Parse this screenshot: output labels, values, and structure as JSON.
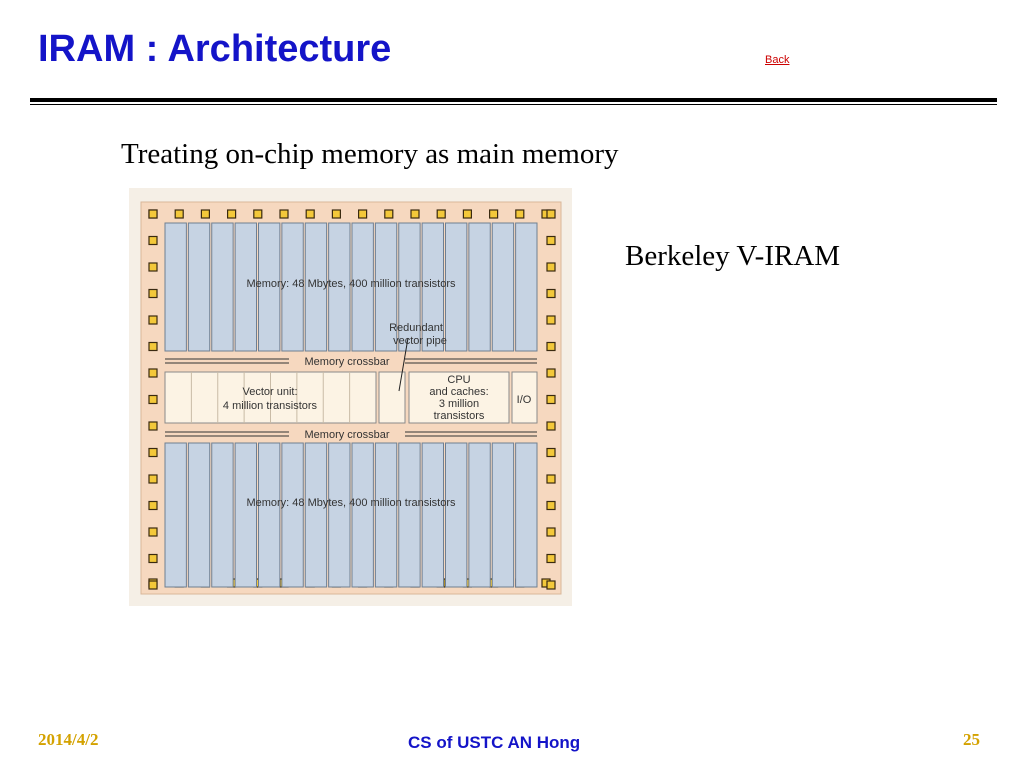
{
  "slide": {
    "title": "IRAM : Architecture",
    "back_link": "Back",
    "subtitle": "Treating on-chip memory as main memory",
    "caption": "Berkeley V-IRAM"
  },
  "diagram": {
    "memory_top_label": "Memory: 48 Mbytes, 400 million transistors",
    "memory_bottom_label": "Memory: 48 Mbytes, 400 million transistors",
    "crossbar_top_label": "Memory crossbar",
    "crossbar_bottom_label": "Memory crossbar",
    "redundant_label_line1": "Redundant",
    "redundant_label_line2": "vector pipe",
    "vector_unit_line1": "Vector unit:",
    "vector_unit_line2": "4 million transistors",
    "cpu_line1": "CPU",
    "cpu_line2": "and caches:",
    "cpu_line3": "3 million",
    "cpu_line4": "transistors",
    "io_label": "I/O",
    "colors": {
      "die_background": "#f6d8bf",
      "memory_bank": "#c6d3e3",
      "logic_area": "#fcf3e4",
      "pad": "#f3c83a"
    }
  },
  "footer": {
    "date": "2014/4/2",
    "center": "CS of USTC AN Hong",
    "page": "25"
  }
}
